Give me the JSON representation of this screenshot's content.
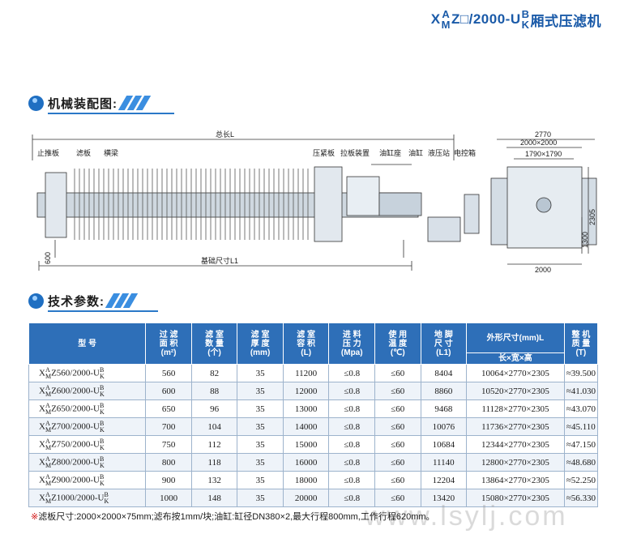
{
  "header": {
    "prefix": "X",
    "stack1_top": "A",
    "stack1_bottom": "M",
    "middle": "Z□/2000-U",
    "stack2_top": "B",
    "stack2_bottom": "K",
    "suffix": "厢式压滤机"
  },
  "section1": {
    "label": "机械装配图:"
  },
  "section2": {
    "label": "技术参数:"
  },
  "drawing": {
    "total_length": "总长L",
    "base_size": "基础尺寸L1",
    "labels": [
      "止推板",
      "滤板",
      "横梁",
      "压紧板",
      "拉板装置",
      "油缸座",
      "油缸",
      "液压站",
      "电控箱"
    ],
    "dim_2770": "2770",
    "dim_2000x2000": "2000×2000",
    "dim_1790x1790": "1790×1790",
    "dim_2305": "2305",
    "dim_1300": "1300",
    "dim_2000": "2000",
    "dim_600": "600"
  },
  "table": {
    "headers": [
      {
        "key": "model",
        "lines": [
          "型 号"
        ]
      },
      {
        "key": "area",
        "lines": [
          "过 滤",
          "面 积",
          "(m²)"
        ]
      },
      {
        "key": "count",
        "lines": [
          "滤 室",
          "数 量",
          "(个)"
        ]
      },
      {
        "key": "thick",
        "lines": [
          "滤 室",
          "厚 度",
          "(mm)"
        ]
      },
      {
        "key": "vol",
        "lines": [
          "滤 室",
          "容 积",
          "(L)"
        ]
      },
      {
        "key": "press",
        "lines": [
          "进 料",
          "压 力",
          "(Mpa)"
        ]
      },
      {
        "key": "temp",
        "lines": [
          "使 用",
          "温 度",
          "(℃)"
        ]
      },
      {
        "key": "base",
        "lines": [
          "地 脚",
          "尺 寸",
          "(L1)"
        ]
      },
      {
        "key": "dim",
        "lines": [
          "外形尺寸(mm)L"
        ],
        "sub": "长×宽×高"
      },
      {
        "key": "mass",
        "lines": [
          "整 机",
          "质 量",
          "(T)"
        ]
      }
    ],
    "rows": [
      {
        "model": "Z560/2000-U",
        "area": "560",
        "count": "82",
        "thick": "35",
        "vol": "11200",
        "press": "≤0.8",
        "temp": "≤60",
        "base": "8404",
        "dim": "10064×2770×2305",
        "mass": "≈39.500"
      },
      {
        "model": "Z600/2000-U",
        "area": "600",
        "count": "88",
        "thick": "35",
        "vol": "12000",
        "press": "≤0.8",
        "temp": "≤60",
        "base": "8860",
        "dim": "10520×2770×2305",
        "mass": "≈41.030"
      },
      {
        "model": "Z650/2000-U",
        "area": "650",
        "count": "96",
        "thick": "35",
        "vol": "13000",
        "press": "≤0.8",
        "temp": "≤60",
        "base": "9468",
        "dim": "11128×2770×2305",
        "mass": "≈43.070"
      },
      {
        "model": "Z700/2000-U",
        "area": "700",
        "count": "104",
        "thick": "35",
        "vol": "14000",
        "press": "≤0.8",
        "temp": "≤60",
        "base": "10076",
        "dim": "11736×2770×2305",
        "mass": "≈45.110"
      },
      {
        "model": "Z750/2000-U",
        "area": "750",
        "count": "112",
        "thick": "35",
        "vol": "15000",
        "press": "≤0.8",
        "temp": "≤60",
        "base": "10684",
        "dim": "12344×2770×2305",
        "mass": "≈47.150"
      },
      {
        "model": "Z800/2000-U",
        "area": "800",
        "count": "118",
        "thick": "35",
        "vol": "16000",
        "press": "≤0.8",
        "temp": "≤60",
        "base": "11140",
        "dim": "12800×2770×2305",
        "mass": "≈48.680"
      },
      {
        "model": "Z900/2000-U",
        "area": "900",
        "count": "132",
        "thick": "35",
        "vol": "18000",
        "press": "≤0.8",
        "temp": "≤60",
        "base": "12204",
        "dim": "13864×2770×2305",
        "mass": "≈52.250"
      },
      {
        "model": "Z1000/2000-U",
        "area": "1000",
        "count": "148",
        "thick": "35",
        "vol": "20000",
        "press": "≤0.8",
        "temp": "≤60",
        "base": "13420",
        "dim": "15080×2770×2305",
        "mass": "≈56.330"
      }
    ],
    "model_prefix": "X",
    "model_sup1": "A",
    "model_sub1": "M",
    "model_sup2": "B",
    "model_sub2": "K"
  },
  "footnote": {
    "star": "※",
    "text": "滤板尺寸:2000×2000×75mm;滤布按1mm/块;油缸:缸径DN380×2,最大行程800mm,工作行程620mm。"
  },
  "watermark": "www.lsylj.com"
}
